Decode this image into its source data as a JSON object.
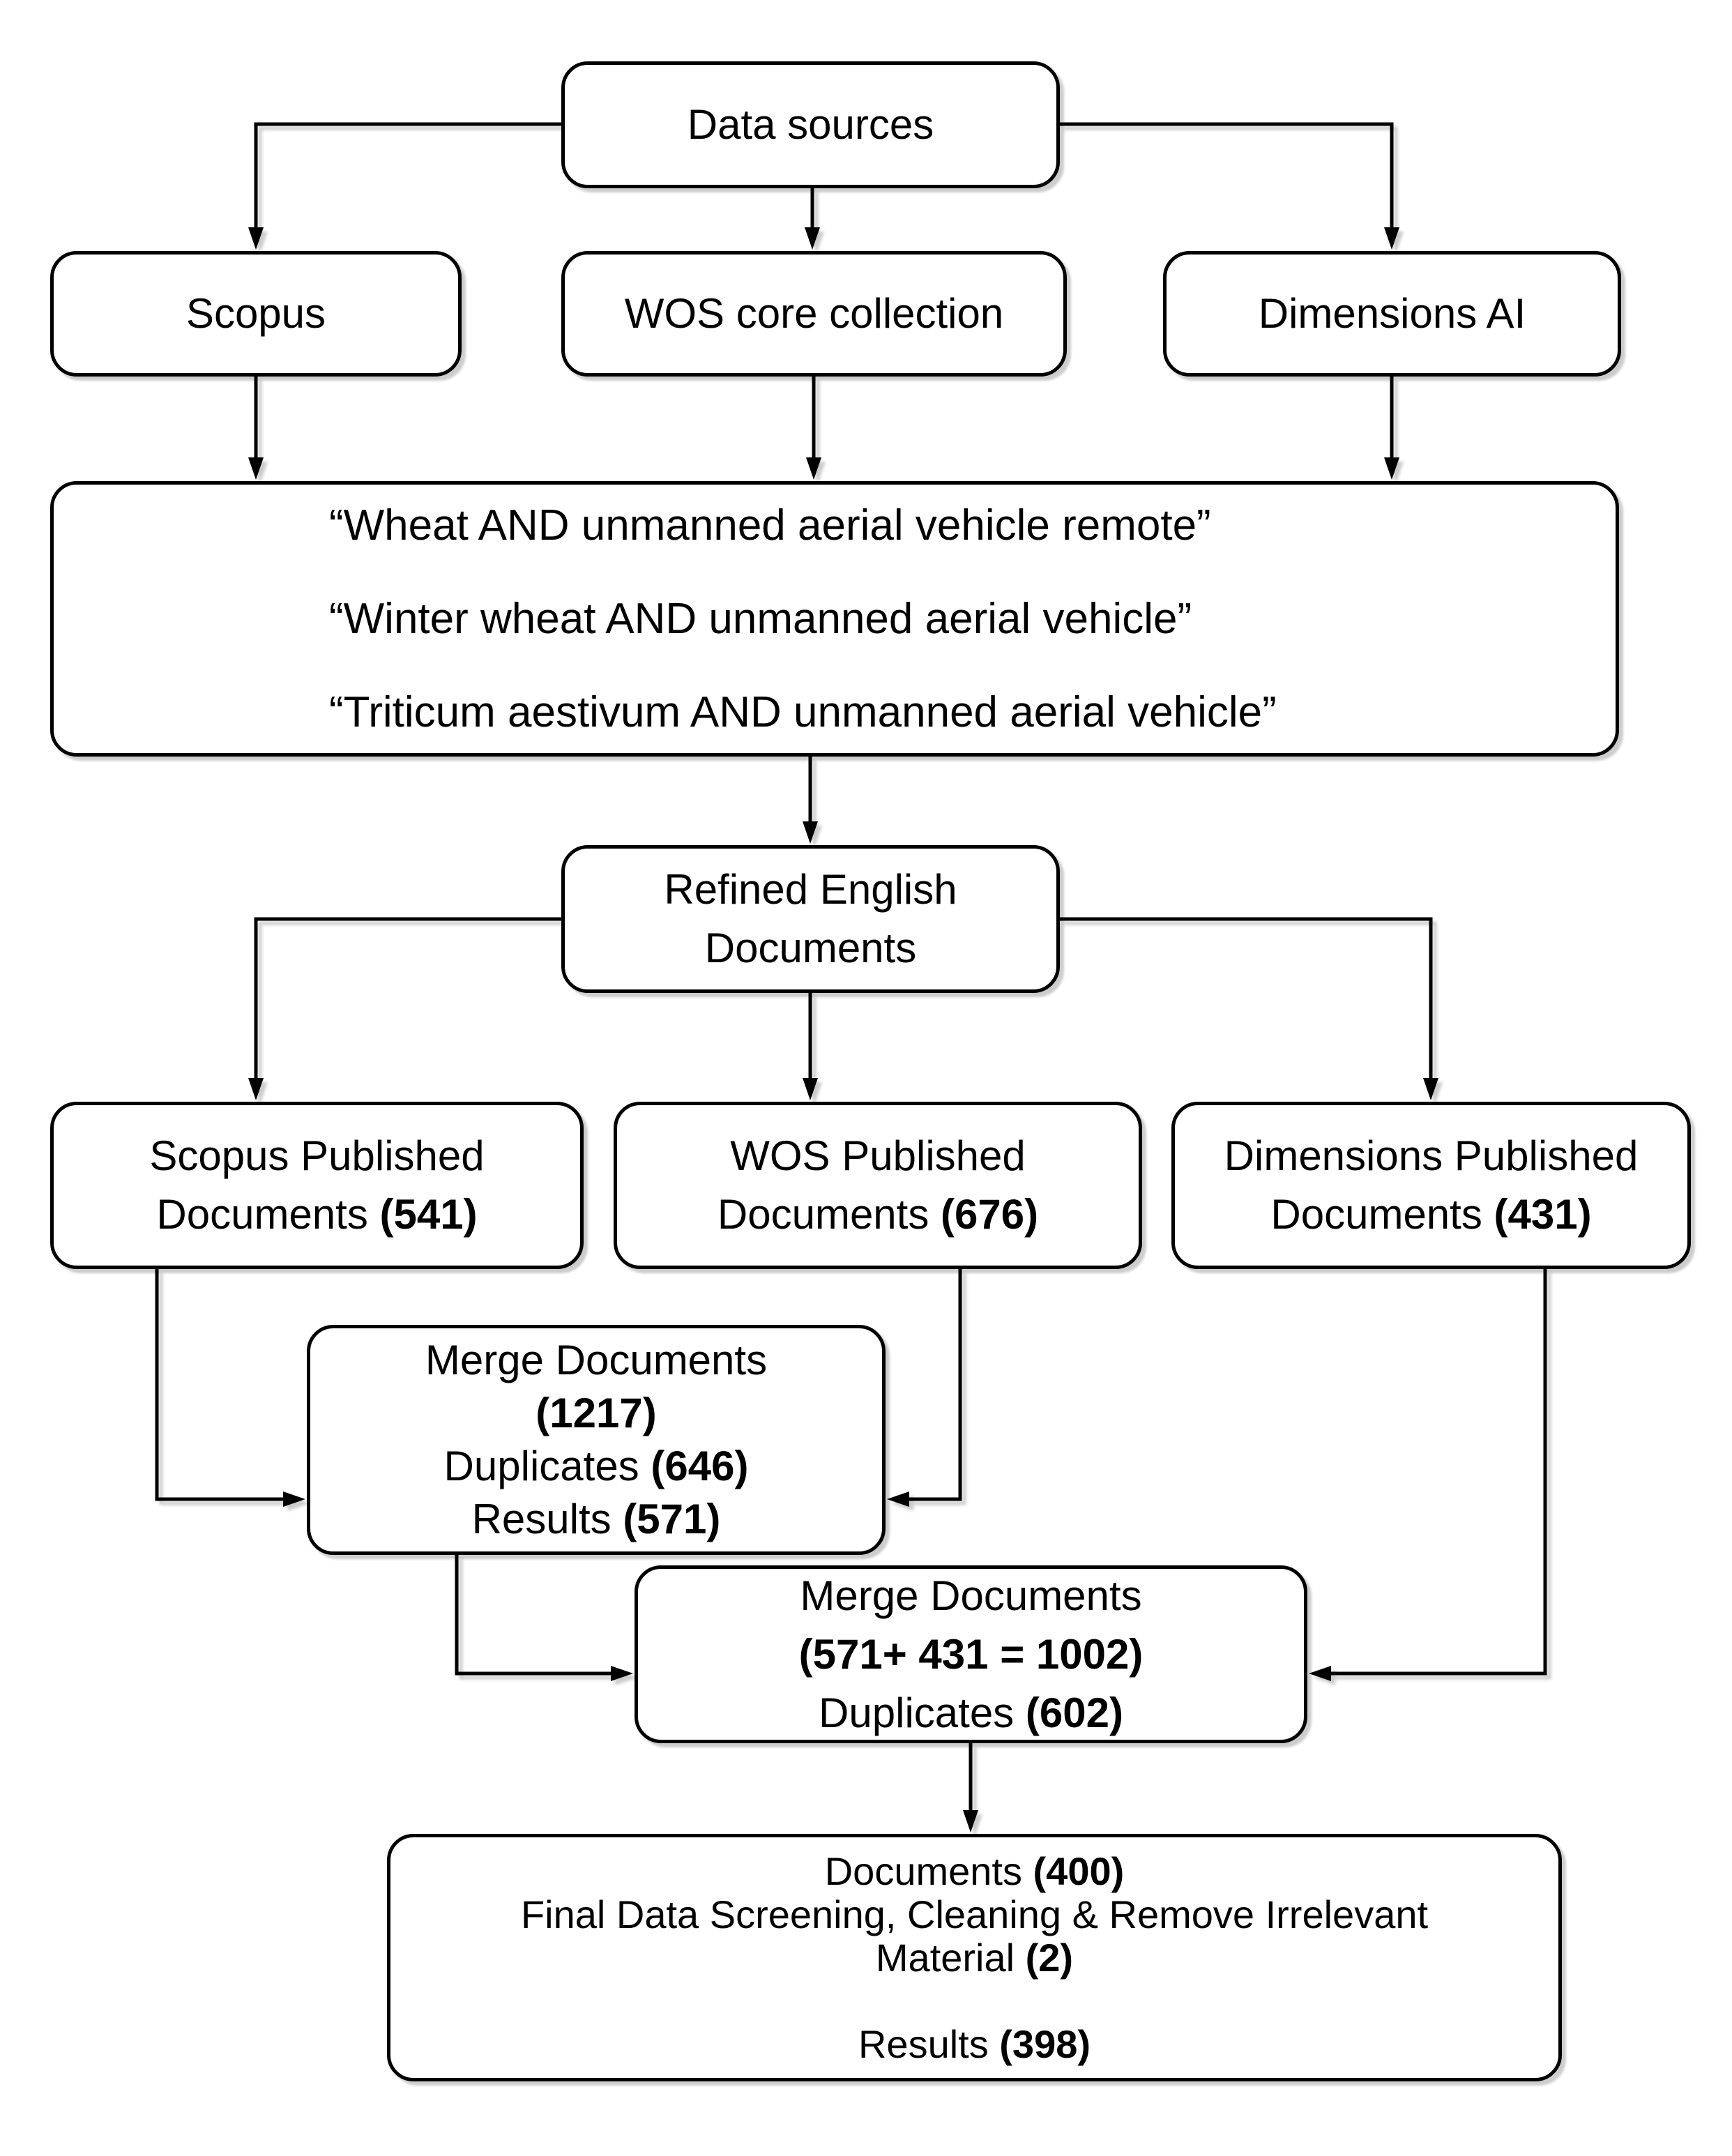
{
  "colors": {
    "stroke": "#000000",
    "background": "#ffffff",
    "text": "#000000"
  },
  "flowchart": {
    "data_sources": {
      "label": "Data sources"
    },
    "sources": {
      "scopus": {
        "label": "Scopus"
      },
      "wos": {
        "label": "WOS core collection"
      },
      "dimensions": {
        "label": "Dimensions AI"
      }
    },
    "search_queries": {
      "line1": "“Wheat AND unmanned aerial vehicle remote”",
      "line2": "“Winter wheat AND unmanned aerial vehicle”",
      "line3": "“Triticum aestivum AND unmanned aerial vehicle”"
    },
    "refined": {
      "line1": "Refined English",
      "line2": "Documents"
    },
    "scopus_published": {
      "line1": "Scopus Published",
      "line2_prefix": "Documents ",
      "count": "(541)"
    },
    "wos_published": {
      "line1": "WOS Published",
      "line2_prefix": "Documents ",
      "count": "(676)"
    },
    "dimensions_published": {
      "line1": "Dimensions Published",
      "line2_prefix": "Documents ",
      "count": "(431)"
    },
    "merge1": {
      "title": "Merge Documents",
      "total": "(1217)",
      "duplicates_label": "Duplicates ",
      "duplicates_count": "(646)",
      "results_label": "Results ",
      "results_count": "(571)"
    },
    "merge2": {
      "title": "Merge Documents",
      "total": "(571+ 431 = 1002)",
      "duplicates_label": "Duplicates ",
      "duplicates_count": "(602)"
    },
    "final": {
      "documents_label": "Documents ",
      "documents_count": "(400)",
      "screening_line": "Final Data Screening, Cleaning & Remove Irrelevant",
      "material_label": "Material ",
      "material_count": "(2)",
      "results_label": "Results ",
      "results_count": "(398)"
    }
  }
}
